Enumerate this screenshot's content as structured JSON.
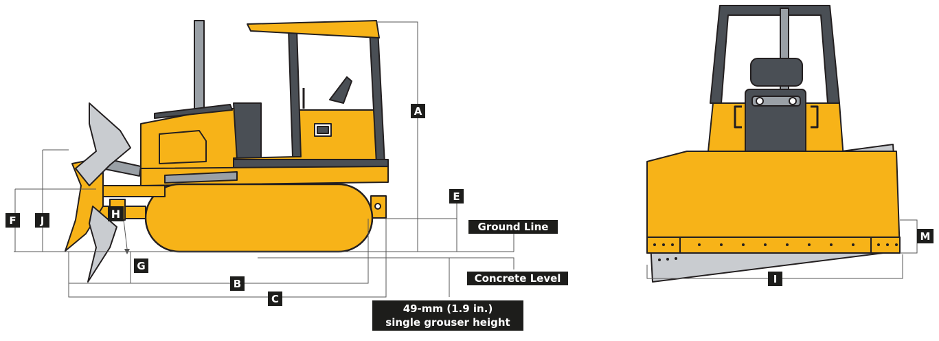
{
  "dimension_letters": {
    "A": "A",
    "B": "B",
    "C": "C",
    "E": "E",
    "F": "F",
    "G": "G",
    "H": "H",
    "I": "I",
    "J": "J",
    "M": "M"
  },
  "reference_labels": {
    "ground_line": "Ground Line",
    "concrete_level": "Concrete Level",
    "grouser_line1": "49-mm (1.9 in.)",
    "grouser_line2": "single grouser height"
  },
  "colors": {
    "body": "#f7b318",
    "outline": "#231f20",
    "frame": "#4a4f55",
    "steel": "#9aa0a6",
    "steel_light": "#c9ccd0",
    "label_bg": "#1d1d1b",
    "dim_line": "#555555"
  }
}
